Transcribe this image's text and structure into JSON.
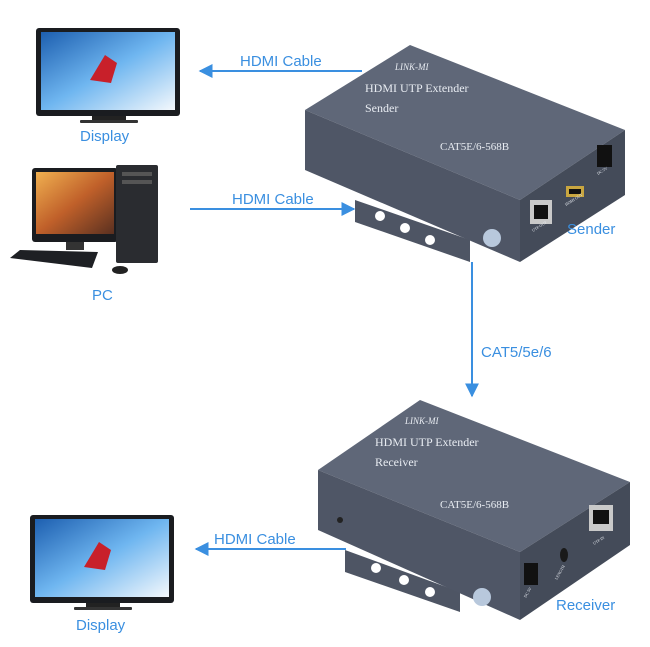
{
  "colors": {
    "accent": "#3a8fe0",
    "device": "#5b6374",
    "screen": "#2f7fd0"
  },
  "labels": {
    "display_top": "Display",
    "display_bottom": "Display",
    "pc": "PC",
    "hdmi_cable_top": "HDMI Cable",
    "hdmi_cable_middle": "HDMI Cable",
    "hdmi_cable_bottom": "HDMI Cable",
    "cat_cable": "CAT5/5e/6",
    "sender": "Sender",
    "receiver": "Receiver"
  },
  "sender_device": {
    "brand": "LINK-MI",
    "title": "HDMI  UTP Extender",
    "role": "Sender",
    "spec": "CAT5E/6-568B",
    "ports": [
      "UTP OUT",
      "HDMI OUT",
      "DC 5V"
    ]
  },
  "receiver_device": {
    "brand": "LINK-MI",
    "title": "HDMI  UTP Extender",
    "role": "Receiver",
    "spec": "CAT5E/6-568B",
    "ports": [
      "DC 5V",
      "LENGTH",
      "UTP IN"
    ]
  }
}
